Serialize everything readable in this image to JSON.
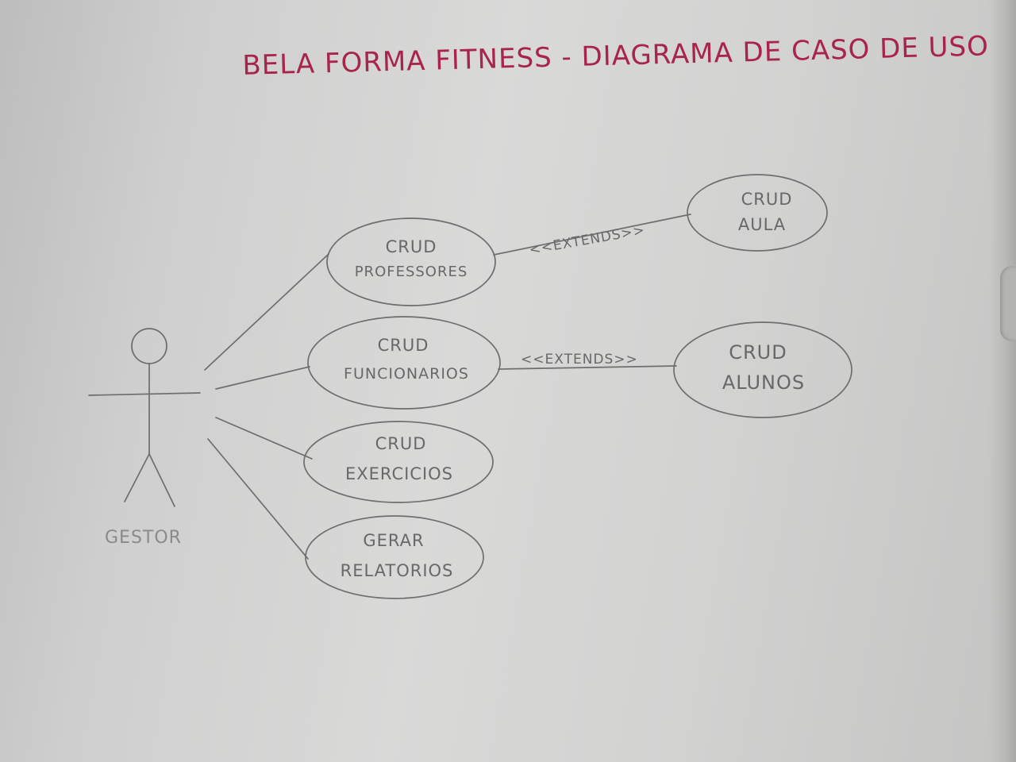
{
  "title": "BELA FORMA FITNESS - DIAGRAMA DE CASO DE USO",
  "actor": {
    "label": "GESTOR"
  },
  "use_cases": [
    {
      "id": "crud-professores",
      "lines": [
        "CRUD",
        "PROFESSORES"
      ]
    },
    {
      "id": "crud-funcionarios",
      "lines": [
        "CRUD",
        "FUNCIONARIOS"
      ]
    },
    {
      "id": "crud-exercicios",
      "lines": [
        "CRUD",
        "EXERCICIOS"
      ]
    },
    {
      "id": "gerar-relatorios",
      "lines": [
        "GERAR",
        "RELATORIOS"
      ]
    },
    {
      "id": "crud-aula",
      "lines": [
        "CRUD",
        "AULA"
      ]
    },
    {
      "id": "crud-alunos",
      "lines": [
        "CRUD",
        "ALUNOS"
      ]
    }
  ],
  "extends": [
    {
      "from": "crud-professores",
      "to": "crud-aula",
      "label": "<<EXTENDS>>"
    },
    {
      "from": "crud-funcionarios",
      "to": "crud-alunos",
      "label": "<<EXTENDS>>"
    }
  ],
  "colors": {
    "title": "#a8244a",
    "pencil": "#6e6e6e",
    "paper": "#d3d3d2"
  }
}
